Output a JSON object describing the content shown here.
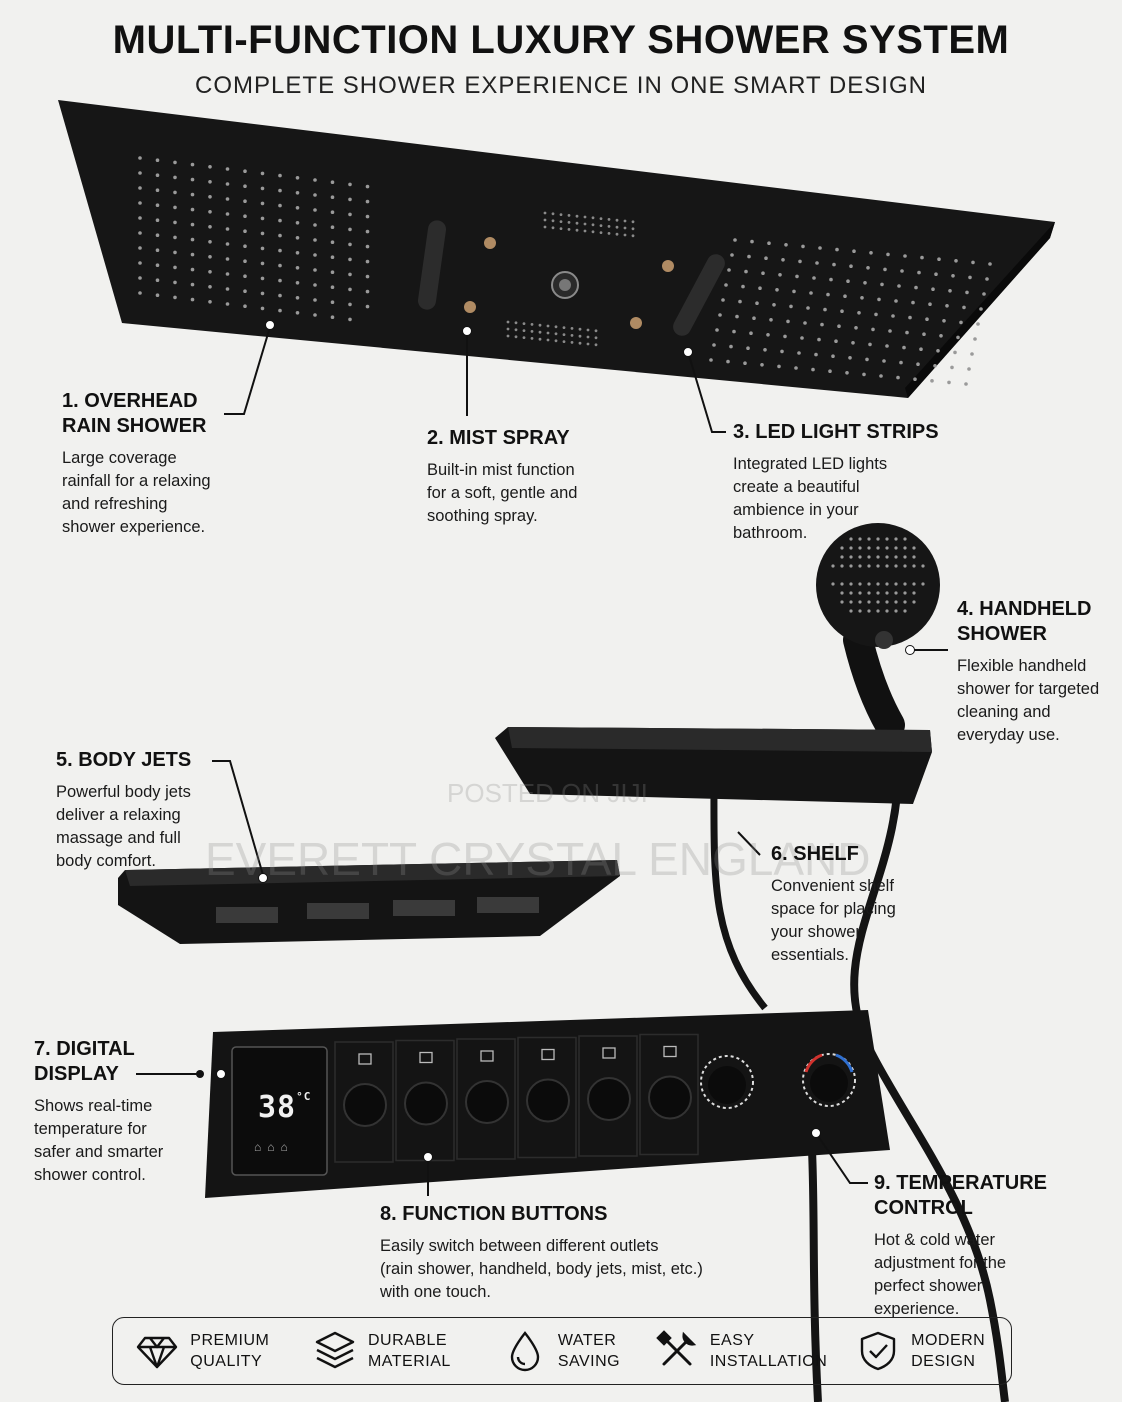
{
  "header": {
    "title": "MULTI-FUNCTION LUXURY SHOWER SYSTEM",
    "subtitle": "COMPLETE SHOWER EXPERIENCE IN ONE SMART DESIGN"
  },
  "features": [
    {
      "heading": [
        "1. OVERHEAD",
        "RAIN SHOWER"
      ],
      "desc": [
        "Large coverage",
        "rainfall for a relaxing",
        "and refreshing",
        "shower experience."
      ]
    },
    {
      "heading": [
        "2. MIST SPRAY"
      ],
      "desc": [
        "Built-in mist function",
        "for a soft, gentle and",
        "soothing spray."
      ]
    },
    {
      "heading": [
        "3. LED LIGHT STRIPS"
      ],
      "desc": [
        "Integrated LED lights",
        "create a beautiful",
        "ambience in your",
        "bathroom."
      ]
    },
    {
      "heading": [
        "4. HANDHELD",
        "SHOWER"
      ],
      "desc": [
        "Flexible handheld",
        "shower for targeted",
        "cleaning and",
        "everyday use."
      ]
    },
    {
      "heading": [
        "5. BODY JETS"
      ],
      "desc": [
        "Powerful body jets",
        "deliver a relaxing",
        "massage and full",
        "body comfort."
      ]
    },
    {
      "heading": [
        "6. SHELF"
      ],
      "desc": [
        "Convenient shelf",
        "space for placing",
        "your shower",
        "essentials."
      ]
    },
    {
      "heading": [
        "7. DIGITAL",
        "DISPLAY"
      ],
      "desc": [
        "Shows real-time",
        "temperature for",
        "safer and smarter",
        "shower control."
      ]
    },
    {
      "heading": [
        "8. FUNCTION BUTTONS"
      ],
      "desc": [
        "Easily switch between different outlets",
        "(rain shower, handheld, body jets, mist, etc.)",
        "with one touch."
      ]
    },
    {
      "heading": [
        "9. TEMPERATURE",
        "CONTROL"
      ],
      "desc": [
        "Hot & cold water",
        "adjustment for the",
        "perfect shower",
        "experience."
      ]
    }
  ],
  "display": {
    "temperature": "38",
    "unit": "°C"
  },
  "watermarks": [
    "POSTED ON JIJI",
    "EVERETT CRYSTAL ENGLAND"
  ],
  "benefits": [
    {
      "icon": "diamond-icon",
      "label": [
        "PREMIUM",
        "QUALITY"
      ]
    },
    {
      "icon": "layers-icon",
      "label": [
        "DURABLE",
        "MATERIAL"
      ]
    },
    {
      "icon": "water-drop-icon",
      "label": [
        "WATER",
        "SAVING"
      ]
    },
    {
      "icon": "tools-icon",
      "label": [
        "EASY",
        "INSTALLATION"
      ]
    },
    {
      "icon": "shield-check-icon",
      "label": [
        "MODERN",
        "DESIGN"
      ]
    }
  ],
  "colors": {
    "background": "#f1f1ef",
    "product": "#141414",
    "hot": "#d0312d",
    "cold": "#2f6fd0"
  }
}
